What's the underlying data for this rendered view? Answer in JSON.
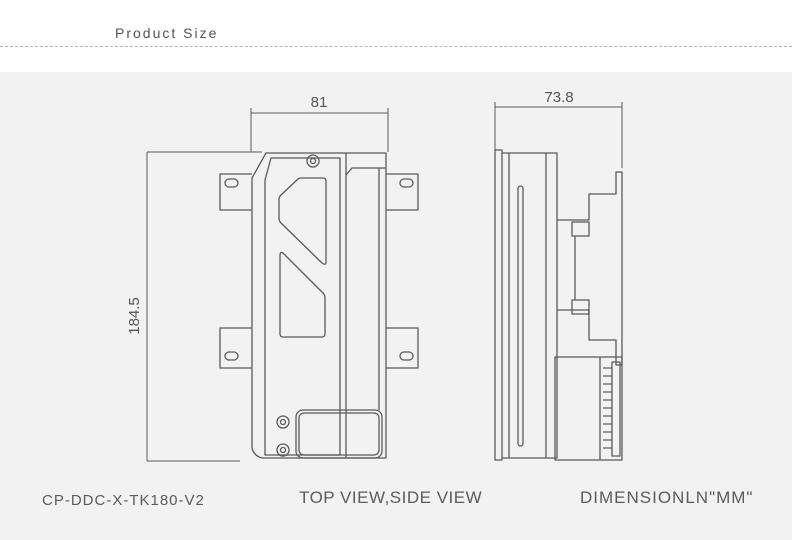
{
  "header": {
    "title": "Product Size"
  },
  "dimensions": {
    "top_width": "81",
    "side_width": "73.8",
    "height": "184.5"
  },
  "footer": {
    "model": "CP-DDC-X-TK180-V2",
    "views": "TOP VIEW,SIDE VIEW",
    "units": "DIMENSIONLN\"MM\""
  },
  "colors": {
    "line": "#5a5a5a",
    "panel": "#f2f2f2",
    "text": "#555555"
  }
}
